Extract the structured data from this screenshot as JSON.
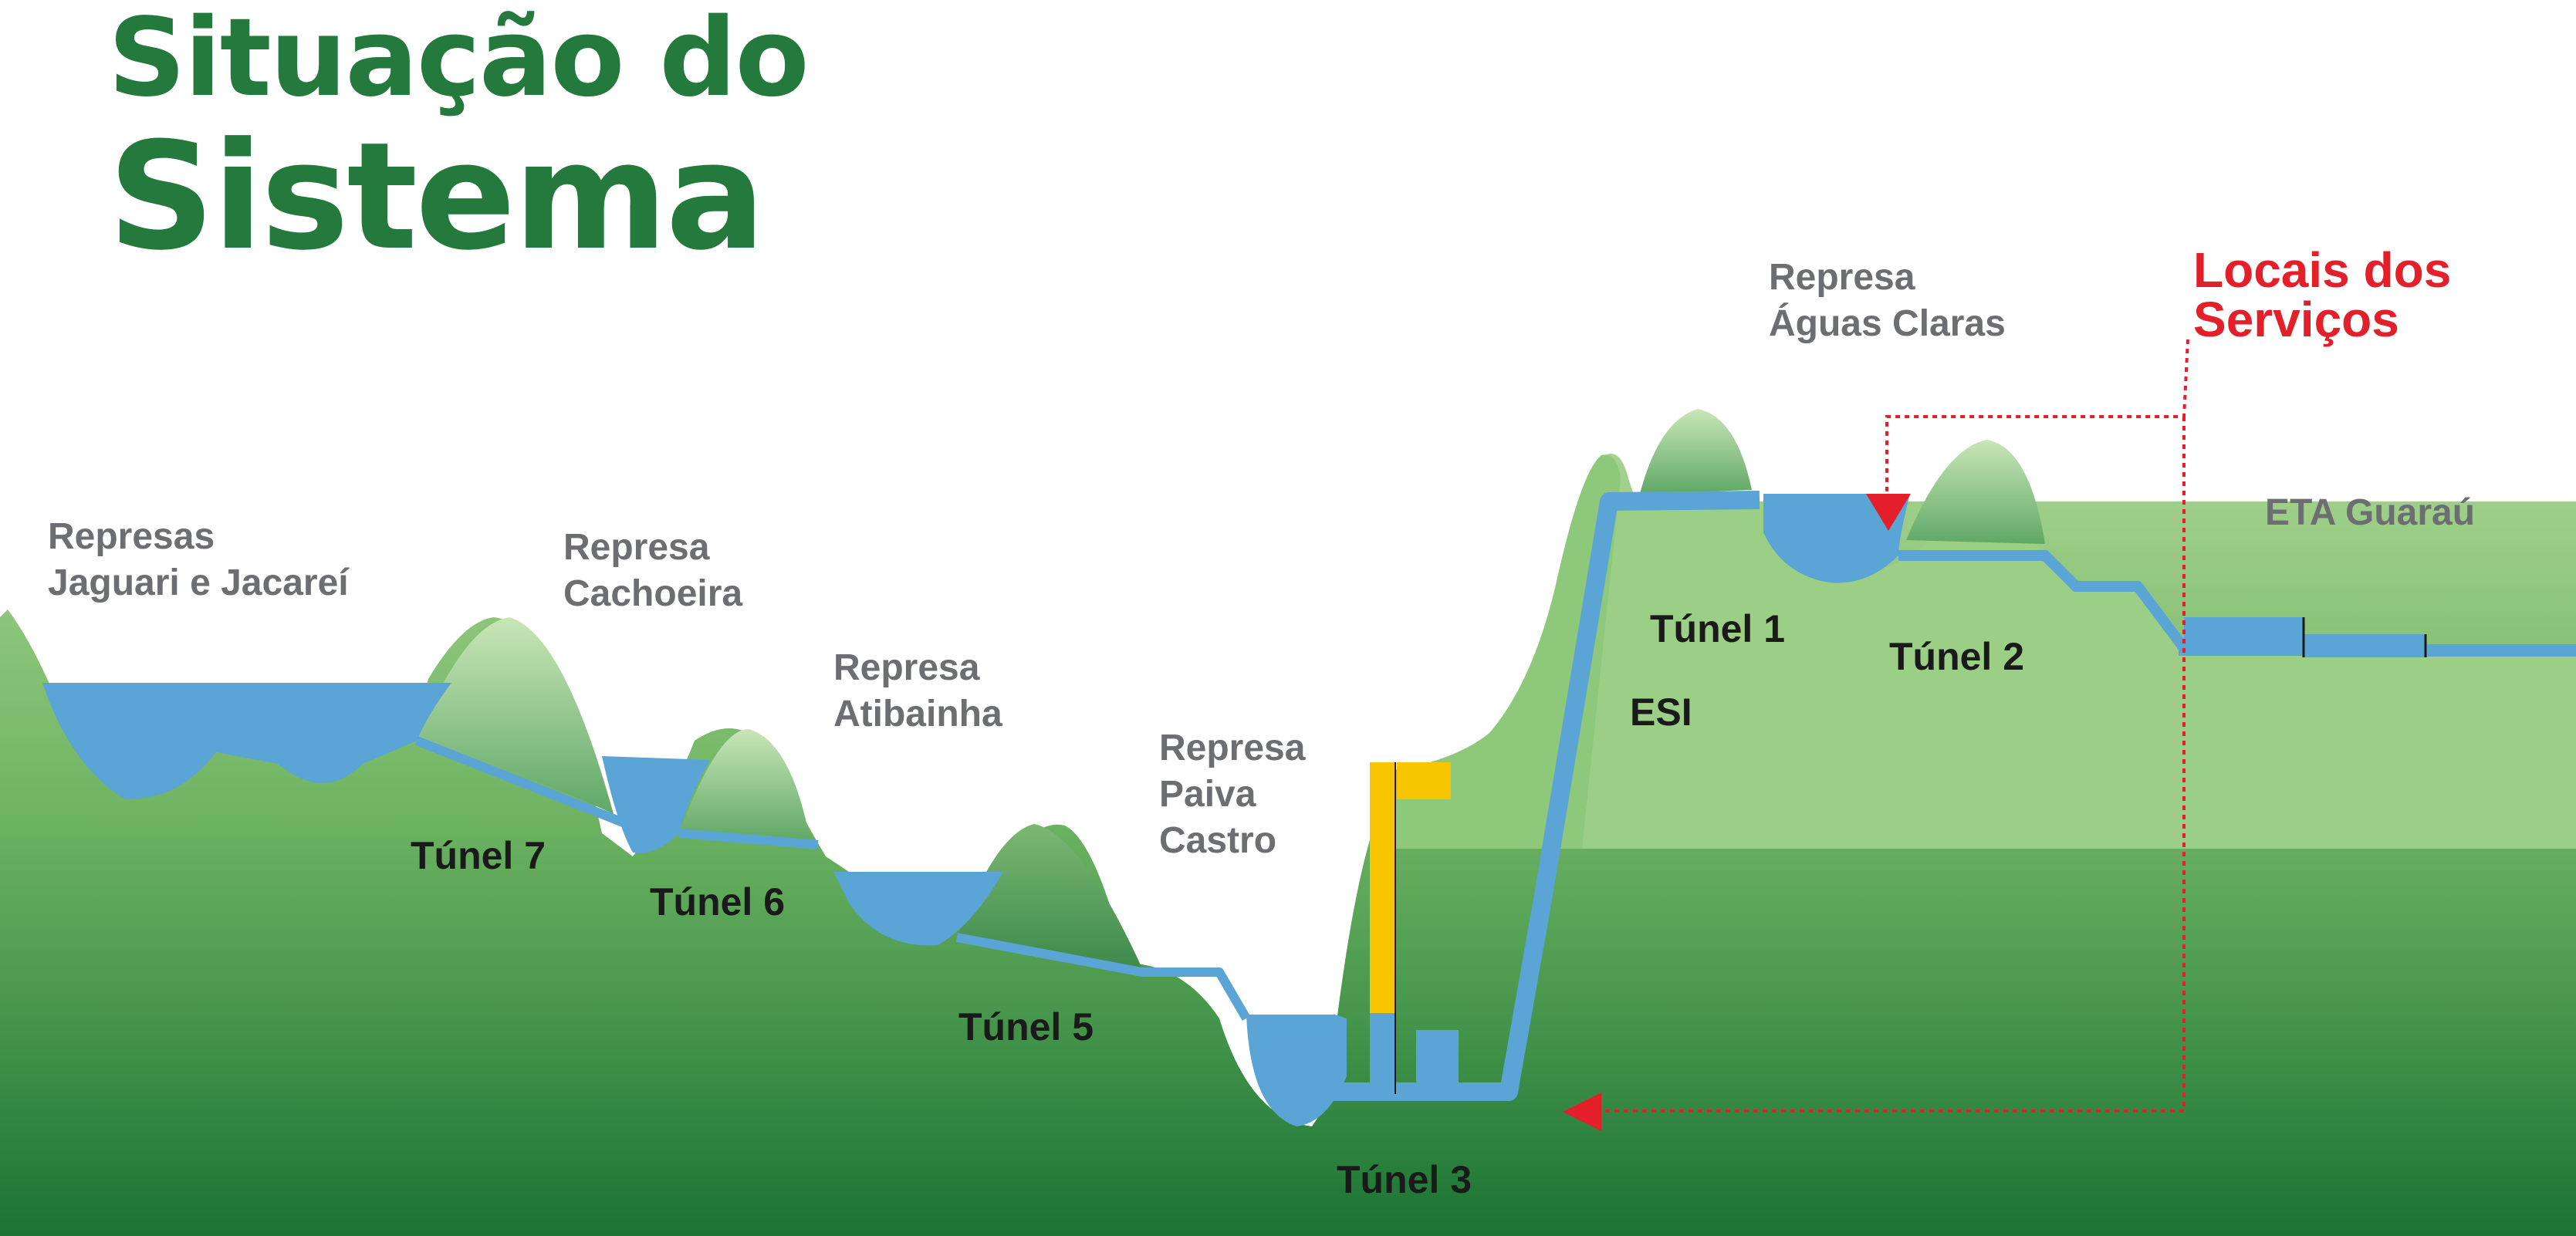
{
  "title": {
    "line1": "Situação do",
    "line2": "Sistema"
  },
  "reservoirs": {
    "jaguari_jacarei": [
      "Represas",
      "Jaguari e Jacareí"
    ],
    "cachoeira": [
      "Represa",
      "Cachoeira"
    ],
    "atibainha": [
      "Represa",
      "Atibainha"
    ],
    "paiva_castro": [
      "Represa",
      "Paiva",
      "Castro"
    ],
    "aguas_claras": [
      "Represa",
      "Águas Claras"
    ]
  },
  "eta": "ETA  Guaraú",
  "tunnels": {
    "t1": "Túnel 1",
    "t2": "Túnel 2",
    "t3": "Túnel 3",
    "t5": "Túnel 5",
    "t6": "Túnel 6",
    "t7": "Túnel 7"
  },
  "pump_station": "ESI",
  "service_locations": [
    "Locais dos",
    "Serviços"
  ],
  "colors": {
    "title": "#237a3c",
    "water": "#5aa4d6",
    "ground_light": "#7fbf6e",
    "ground_dark": "#1e7a36",
    "hill_light": "#c2e0b0",
    "hill_dark": "#4f9a5b",
    "pipe_yellow": "#f7c600",
    "marker_red": "#e3202a",
    "label_gray": "#6d6e71"
  }
}
